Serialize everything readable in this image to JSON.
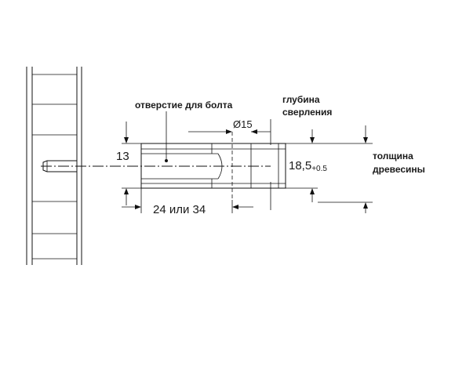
{
  "labels": {
    "bolt_hole": "отверстие для болта",
    "drill_depth_line1": "глубина",
    "drill_depth_line2": "сверления",
    "diameter": "Ø15",
    "dim_13": "13",
    "dim_185_value": "18,5",
    "dim_185_tolerance": "+0.5",
    "length": "24 или 34",
    "thickness_line1": "толщина",
    "thickness_line2": "древесины"
  }
}
